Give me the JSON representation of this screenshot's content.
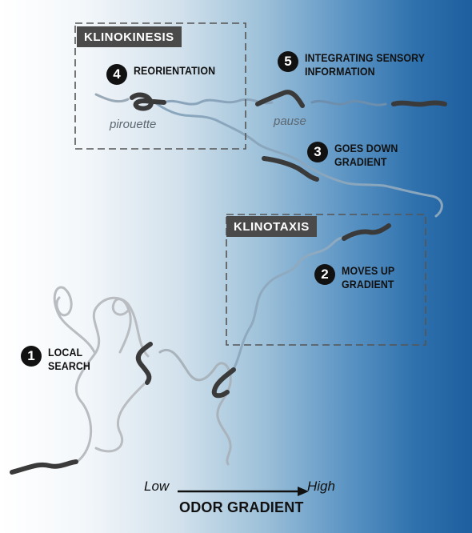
{
  "colors": {
    "gradient_low": "#ffffff",
    "gradient_high": "#1d5f9f",
    "worm": "#3a3a3a",
    "track_gray": "#b9bdc1",
    "track_blue": "#6b93b4",
    "box_border": "#555555",
    "tag_bg": "#4a4a4a",
    "badge_bg": "#111111"
  },
  "boxes": {
    "klinokinesis": {
      "label": "KLINOKINESIS"
    },
    "klinotaxis": {
      "label": "KLINOTAXIS"
    }
  },
  "steps": [
    {
      "number": "1",
      "label": "LOCAL\nSEARCH"
    },
    {
      "number": "2",
      "label": "MOVES UP\nGRADIENT"
    },
    {
      "number": "3",
      "label": "GOES DOWN\nGRADIENT"
    },
    {
      "number": "4",
      "label": "REORIENTATION"
    },
    {
      "number": "5",
      "label": "INTEGRATING SENSORY\nINFORMATION"
    }
  ],
  "notes": {
    "pirouette": "pirouette",
    "pause": "pause"
  },
  "axis": {
    "low": "Low",
    "high": "High",
    "title": "ODOR GRADIENT"
  }
}
